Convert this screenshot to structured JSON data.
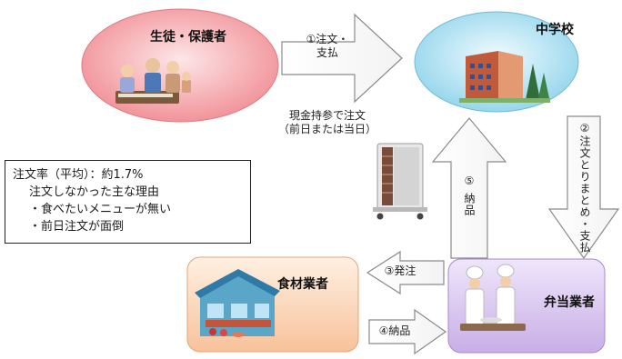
{
  "nodes": {
    "students": {
      "label": "生徒・保護者",
      "color": "#f08c92"
    },
    "school": {
      "label": "中学校",
      "color": "#8fd3ea"
    },
    "bento": {
      "label": "弁当業者",
      "color": "#c8aee6"
    },
    "food": {
      "label": "食材業者",
      "color": "#f7c29a"
    }
  },
  "arrows": {
    "step1": {
      "line1": "①注文・",
      "line2": "支払"
    },
    "step2": {
      "text": "②注文とりまとめ・支払"
    },
    "step3": {
      "text": "③発注"
    },
    "step4": {
      "text": "④納品"
    },
    "step5": {
      "num": "⑤",
      "text": "納品"
    }
  },
  "cash_note": {
    "line1": "現金持参で注文",
    "line2": "（前日または当日）"
  },
  "info_box": {
    "line1": "注文率（平均）：約1.7%",
    "line2": "注文しなかった主な理由",
    "line3": "・食べたいメニューが無い",
    "line4": "・前日注文が面倒"
  }
}
